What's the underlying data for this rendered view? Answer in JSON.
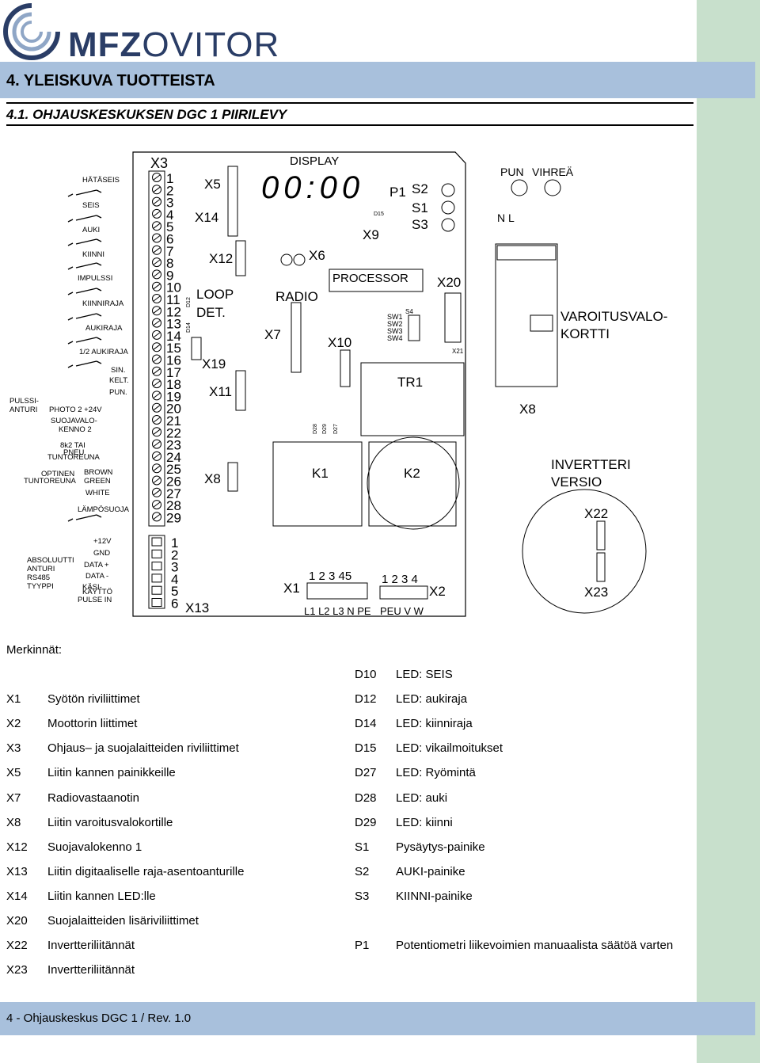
{
  "logo": {
    "text_bold": "MFZ",
    "text_light": "OVITOR"
  },
  "heading": "4. YLEISKUVA TUOTTEISTA",
  "subheading": "4.1. OHJAUSKESKUKSEN DGC 1 PIIRILEVY",
  "diagram": {
    "left_labels": [
      "HÄTÄSEIS",
      "SEIS",
      "AUKI",
      "KIINNI",
      "IMPULSSI",
      "KIINNIRAJA",
      "AUKIRAJA",
      "1/2 AUKIRAJA",
      "SIN.",
      "KELT.",
      "PUN.",
      "PULSSI-",
      "ANTURI",
      "PHOTO 2 +24V",
      "SUOJAVALO-",
      "KENNO 2",
      "8k2 TAI",
      "PNEU.",
      "TUNTOREUNA",
      "OPTINEN",
      "TUNTOREUNA",
      "BROWN",
      "GREEN",
      "WHITE",
      "LÄMPÖSUOJA",
      "+12V",
      "GND",
      "DATA +",
      "DATA -",
      "KÄSI-",
      "KÄYTTÖ",
      "PULSE IN",
      "ABSOLUUTTI",
      "ANTURI",
      "RS485",
      "TYYPPI"
    ],
    "x3_label": "X3",
    "x3_numbers": [
      "1",
      "2",
      "3",
      "4",
      "5",
      "6",
      "7",
      "8",
      "9",
      "10",
      "11",
      "12",
      "13",
      "14",
      "15",
      "16",
      "17",
      "18",
      "19",
      "20",
      "21",
      "22",
      "23",
      "24",
      "25",
      "26",
      "27",
      "28",
      "29"
    ],
    "x13_label": "X13",
    "x13_numbers": [
      "1",
      "2",
      "3",
      "4",
      "5",
      "6"
    ],
    "connectors": {
      "x5": "X5",
      "x14": "X14",
      "x12": "X12",
      "loop": "LOOP",
      "det": "DET.",
      "x19": "X19",
      "x11": "X11",
      "x8": "X8",
      "x7": "X7",
      "radio": "RADIO",
      "x6": "X6",
      "x10": "X10",
      "processor": "PROCESSOR",
      "x9": "X9",
      "p1": "P1",
      "s2": "S2",
      "s1": "S1",
      "s3": "S3",
      "display": "DISPLAY",
      "display_digits": "00:00",
      "x20": "X20",
      "x21": "X21",
      "tr1": "TR1",
      "k1": "K1",
      "k2": "K2",
      "x1": "X1",
      "x2": "X2",
      "s4": "S4",
      "d15": "D15",
      "d12": "D12",
      "d14": "D14",
      "d28": "D28",
      "d29": "D29",
      "d27": "D27"
    },
    "sw": [
      "SW1",
      "SW2",
      "SW3",
      "SW4"
    ],
    "x1_pins": "1 2 3 45",
    "x1_terms": "L1 L2 L3 N PE",
    "x2_pins": "1 2 3 4",
    "x2_terms": "PEU V W",
    "right": {
      "pun": "PUN",
      "vihrea": "VIHREÄ",
      "nl": "N L",
      "varo1": "VAROITUSVALO-",
      "varo2": "KORTTI",
      "x8": "X8",
      "inv1": "INVERTTERI",
      "inv2": "VERSIO",
      "x22": "X22",
      "x23": "X23"
    }
  },
  "legend": {
    "title": "Merkinnät:",
    "left": [
      {
        "code": "X1",
        "desc": "Syötön riviliittimet"
      },
      {
        "code": "X2",
        "desc": "Moottorin liittimet"
      },
      {
        "code": "X3",
        "desc": "Ohjaus– ja suojalaitteiden riviliittimet"
      },
      {
        "code": "X5",
        "desc": "Liitin kannen painikkeille"
      },
      {
        "code": "X7",
        "desc": "Radiovastaanotin"
      },
      {
        "code": "X8",
        "desc": "Liitin varoitusvalokortille"
      },
      {
        "code": "X12",
        "desc": "Suojavalokenno 1"
      },
      {
        "code": "X13",
        "desc": "Liitin digitaaliselle raja-asentoanturille"
      },
      {
        "code": "X14",
        "desc": "Liitin kannen LED:lle"
      },
      {
        "code": "X20",
        "desc": "Suojalaitteiden lisäriviliittimet"
      },
      {
        "code": "X22",
        "desc": "Invertteriliitännät"
      },
      {
        "code": "X23",
        "desc": "Invertteriliitännät"
      }
    ],
    "right": [
      {
        "code": "D10",
        "desc": "LED: SEIS"
      },
      {
        "code": "D12",
        "desc": "LED: aukiraja"
      },
      {
        "code": "D14",
        "desc": "LED: kiinniraja"
      },
      {
        "code": "D15",
        "desc": "LED: vikailmoitukset"
      },
      {
        "code": "D27",
        "desc": "LED: Ryömintä"
      },
      {
        "code": "D28",
        "desc": "LED: auki"
      },
      {
        "code": "D29",
        "desc": "LED: kiinni"
      },
      {
        "code": "S1",
        "desc": "Pysäytys-painike"
      },
      {
        "code": "S2",
        "desc": "AUKI-painike"
      },
      {
        "code": "S3",
        "desc": "KIINNI-painike"
      },
      {
        "code": "P1",
        "desc": "Potentiometri liikevoimien manuaalista säätöä varten"
      }
    ]
  },
  "footer": "4 - Ohjauskeskus DGC 1 / Rev. 1.0",
  "colors": {
    "band": "#a8c0dc",
    "side": "#c8e0cc",
    "logo": "#2a3d66"
  }
}
